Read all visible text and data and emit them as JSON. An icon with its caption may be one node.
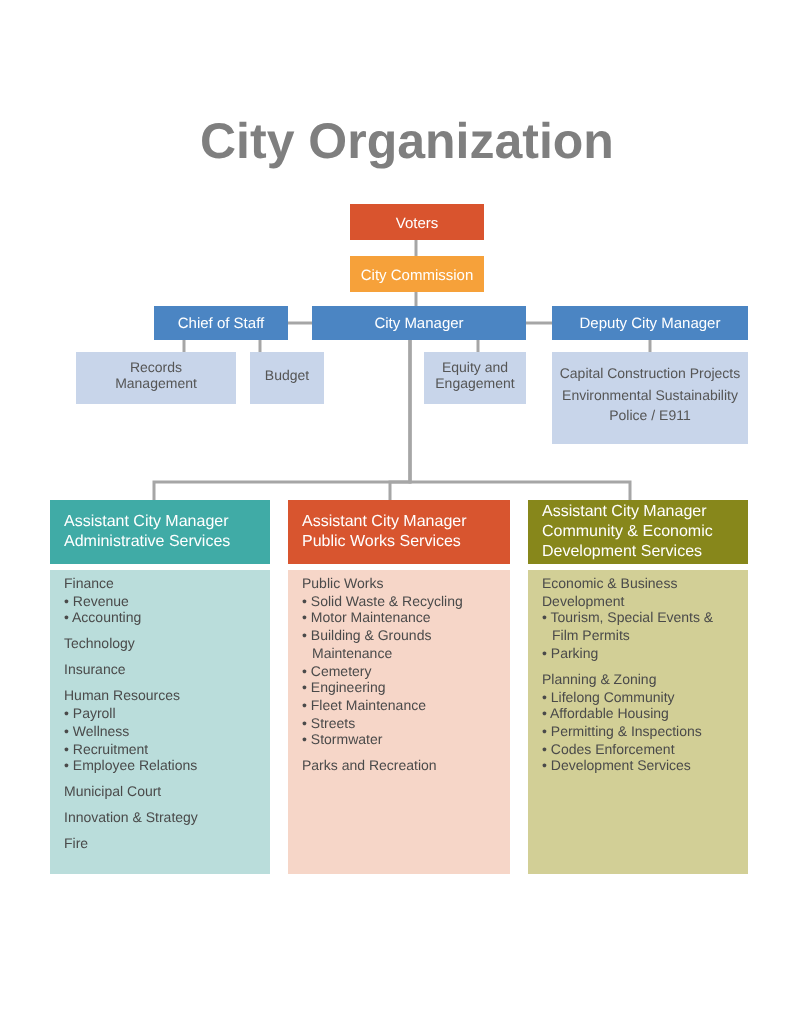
{
  "diagram": {
    "title": "City Organization",
    "nodes": [
      {
        "text": [
          "Voters"
        ]
      },
      {
        "text": [
          "City Commission"
        ]
      },
      {
        "text": [
          "Chief of Staff"
        ]
      },
      {
        "text": [
          "City Manager"
        ]
      },
      {
        "text": [
          "Deputy City Manager"
        ]
      },
      {
        "text": [
          "Records Management"
        ]
      },
      {
        "text": [
          "Budget"
        ]
      },
      {
        "text": [
          "Equity and Engagement"
        ]
      },
      {
        "text": [
          "Capital Construction Projects",
          "Environmental Sustainability",
          "Police / E911"
        ]
      },
      {
        "text": [
          "Assistant City Manager Administrative Services"
        ]
      },
      {
        "text": [
          "Finance",
          "• Revenue",
          "• Accounting",
          "Technology",
          "Insurance",
          "Human Resources",
          "• Payroll",
          "• Wellness",
          "• Recruitment",
          "• Employee Relations",
          "Municipal Court",
          "Innovation & Strategy",
          "Fire"
        ]
      },
      {
        "text": [
          "Assistant City Manager Public Works Services"
        ]
      },
      {
        "text": [
          "Public Works",
          "• Solid Waste & Recycling",
          "• Motor Maintenance",
          "• Building & Grounds Maintenance",
          "• Cemetery",
          "• Engineering",
          "• Fleet Maintenance",
          "• Streets",
          "• Stormwater",
          "Parks and Recreation"
        ]
      },
      {
        "text": [
          "Assistant City Manager Community & Economic Development Services"
        ]
      },
      {
        "text": [
          "Economic & Business Development",
          "• Tourism, Special Events & Film Permits",
          "• Parking",
          "Planning & Zoning",
          "• Lifelong Community",
          "• Affordable Housing",
          "• Permitting & Inspections",
          "• Codes Enforcement",
          "• Development Services"
        ]
      }
    ],
    "edges": [
      {
        "from": 0,
        "to": 1,
        "arrow": "none"
      },
      {
        "from": 1,
        "to": 3,
        "arrow": "none"
      },
      {
        "from": 2,
        "to": 3,
        "arrow": "none"
      },
      {
        "from": 3,
        "to": 4,
        "arrow": "none"
      },
      {
        "from": 2,
        "to": 5,
        "arrow": "none"
      },
      {
        "from": 2,
        "to": 6,
        "arrow": "none"
      },
      {
        "from": 3,
        "to": 7,
        "arrow": "none"
      },
      {
        "from": 4,
        "to": 8,
        "arrow": "none"
      },
      {
        "from": 3,
        "to": 9,
        "arrow": "none"
      },
      {
        "from": 3,
        "to": 11,
        "arrow": "none"
      },
      {
        "from": 3,
        "to": 13,
        "arrow": "none"
      }
    ]
  }
}
